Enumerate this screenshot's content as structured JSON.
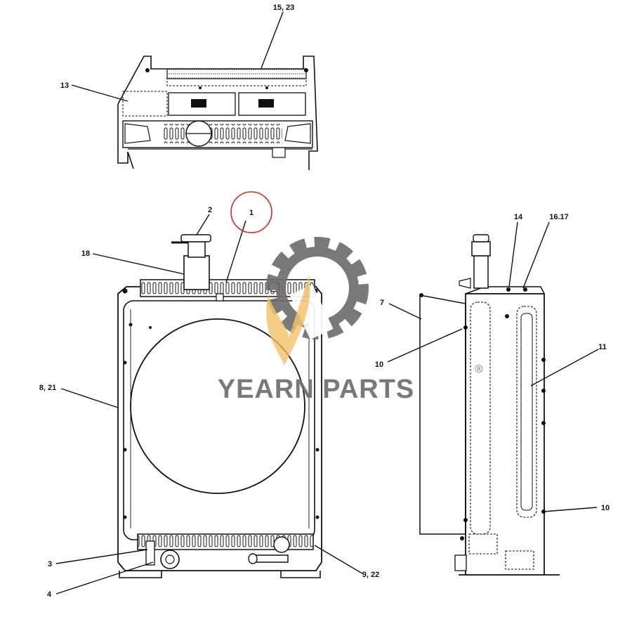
{
  "callouts": {
    "c15_23": "15, 23",
    "c13": "13",
    "c2": "2",
    "c1": "1",
    "c18": "18",
    "c8_21": "8, 21",
    "c3": "3",
    "c4": "4",
    "c9_22": "9, 22",
    "c14": "14",
    "c16_17": "16.17",
    "c7": "7",
    "c10a": "10",
    "c11": "11",
    "c10b": "10"
  },
  "watermark": {
    "text": "YEARN PARTS",
    "registered": "®",
    "gear_color": "#6e6e6e",
    "accent_color": "#f2c064"
  },
  "highlight_color": "#d9262b"
}
